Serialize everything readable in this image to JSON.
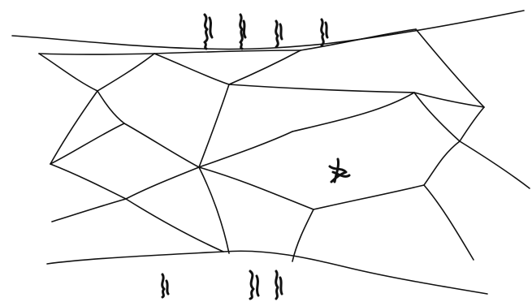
{
  "diagram": {
    "kind": "hand-drawn network / cracked-surface sketch",
    "ink_color": "#111111",
    "background_color": "#ffffff",
    "figures": {
      "top_count": 4,
      "center_count": 1,
      "bottom_count": 3
    }
  }
}
